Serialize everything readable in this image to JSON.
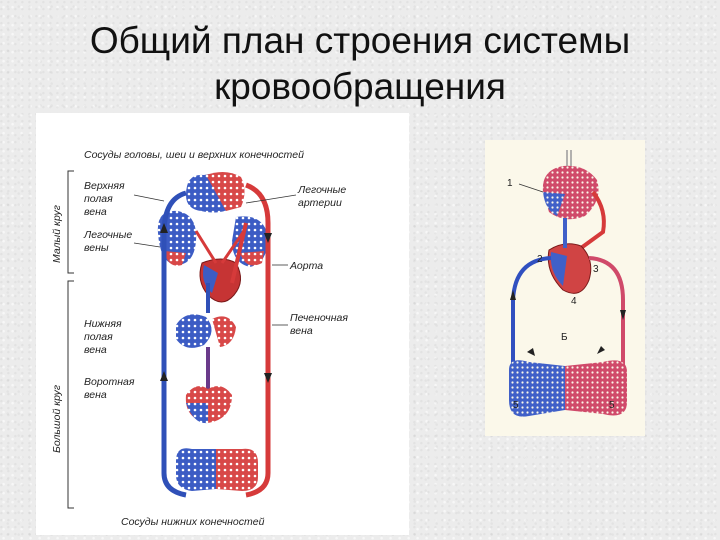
{
  "title": {
    "line1": "Общий план строения системы",
    "line2": "кровообращения"
  },
  "left_diagram": {
    "top_caption": "Сосуды головы, шеи и верхних конечностей",
    "bottom_caption": "Сосуды нижних конечностей",
    "circle_small": "Малый круг",
    "circle_large": "Большой круг",
    "labels": {
      "superior_vena_cava": [
        "Верхняя",
        "полая",
        "вена"
      ],
      "pulmonary_veins": [
        "Легочные",
        "вены"
      ],
      "inferior_vena_cava": [
        "Нижняя",
        "полая",
        "вена"
      ],
      "portal_vein": [
        "Воротная",
        "вена"
      ],
      "pulmonary_arteries": [
        "Легочные",
        "артерии"
      ],
      "aorta": [
        "Аорта"
      ],
      "hepatic_vein": [
        "Печеночная",
        "вена"
      ]
    }
  },
  "right_diagram": {
    "numbers": [
      "1",
      "2",
      "3",
      "4",
      "Б",
      "5",
      "5"
    ]
  },
  "colors": {
    "artery_red": "#d63a3a",
    "vein_blue": "#2f50b8",
    "background": "#ececec"
  }
}
